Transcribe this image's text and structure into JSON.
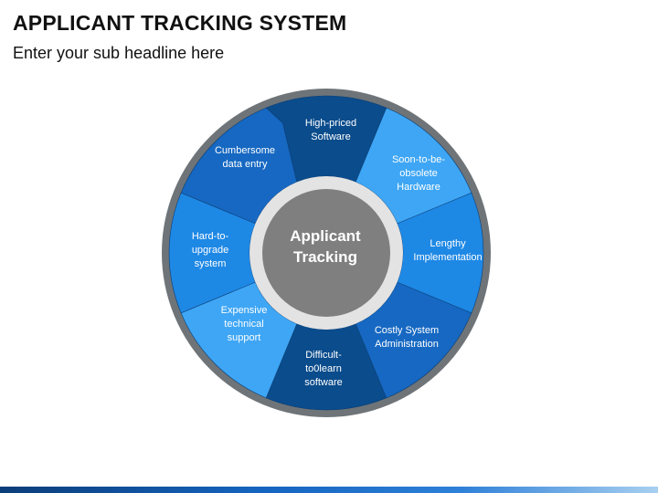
{
  "header": {
    "title": "APPLICANT TRACKING SYSTEM",
    "subtitle": "Enter your sub headline here"
  },
  "diagram": {
    "center_label_line1": "Applicant",
    "center_label_line2": "Tracking",
    "segments": [
      {
        "lines": [
          "High-priced",
          "Software"
        ],
        "color": "#0a4c8c"
      },
      {
        "lines": [
          "Soon-to-be-",
          "obsolete",
          "Hardware"
        ],
        "color": "#3ea6f5"
      },
      {
        "lines": [
          "Lengthy",
          "Implementation"
        ],
        "color": "#1e88e5"
      },
      {
        "lines": [
          "Costly System",
          "Administration"
        ],
        "color": "#1668c2"
      },
      {
        "lines": [
          "Difficult-",
          "to0learn",
          "software"
        ],
        "color": "#0a4c8c"
      },
      {
        "lines": [
          "Expensive",
          "technical",
          "support"
        ],
        "color": "#3ea6f5"
      },
      {
        "lines": [
          "Hard-to-",
          "upgrade",
          "system"
        ],
        "color": "#1e88e5"
      },
      {
        "lines": [
          "Cumbersome",
          "data entry"
        ],
        "color": "#1668c2"
      }
    ],
    "colors": {
      "outer_ring": "#6e7478",
      "center_disc": "#7f7f7f",
      "center_ring": "#e3e3e3"
    }
  }
}
